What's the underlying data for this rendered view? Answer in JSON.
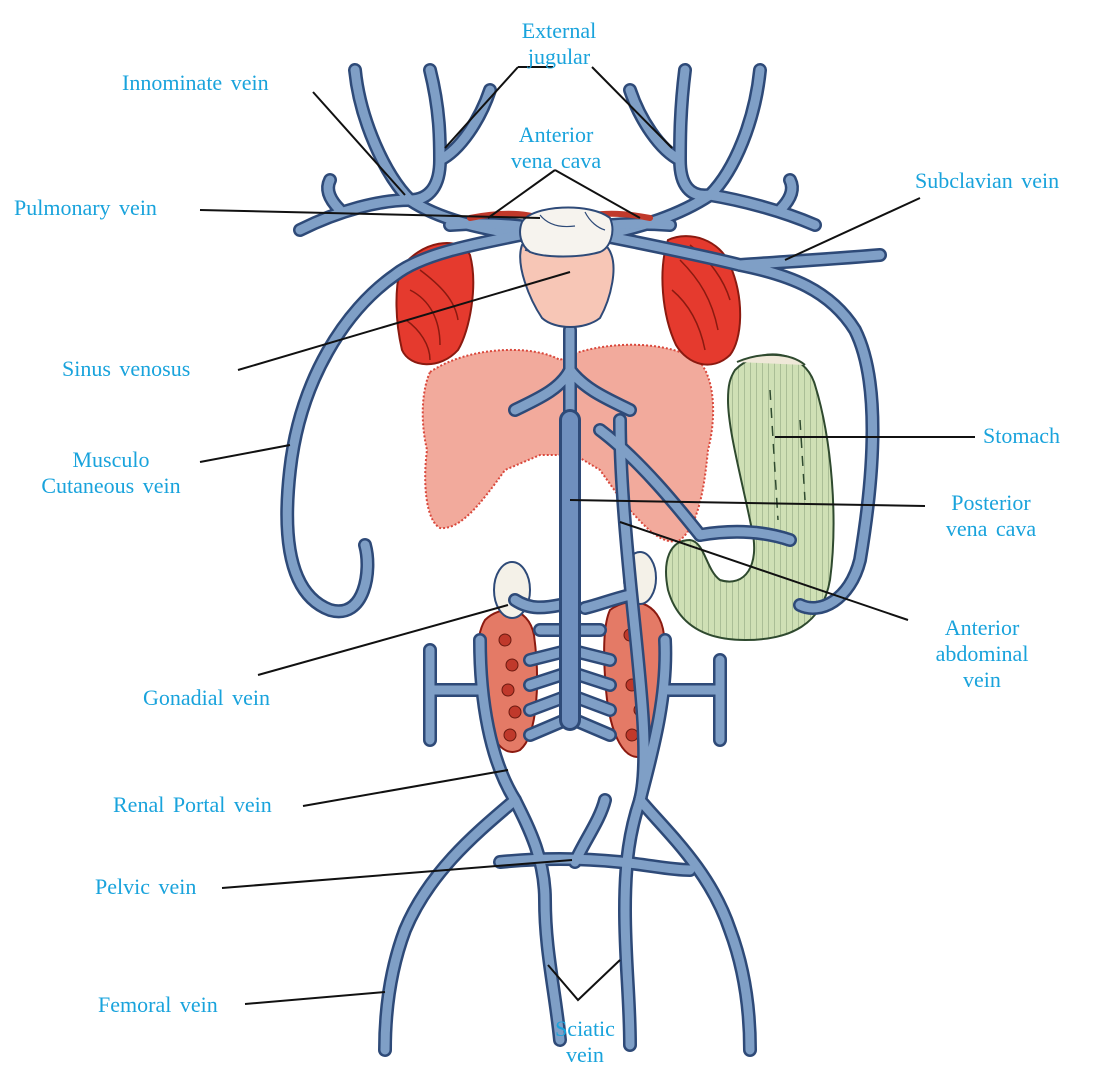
{
  "labels": {
    "external_jugular": [
      "External",
      "jugular"
    ],
    "innominate_vein": "Innominate vein",
    "anterior_vena_cava": [
      "Anterior",
      "vena cava"
    ],
    "pulmonary_vein": "Pulmonary vein",
    "subclavian_vein": "Subclavian vein",
    "sinus_venosus": "Sinus venosus",
    "stomach": "Stomach",
    "musculo_cutaneous_vein": [
      "Musculo",
      "Cutaneous vein"
    ],
    "posterior_vena_cava": [
      "Posterior",
      "vena cava"
    ],
    "anterior_abdominal_vein": [
      "Anterior",
      "abdominal",
      "vein"
    ],
    "gonadial_vein": "Gonadial vein",
    "renal_portal_vein": "Renal Portal vein",
    "pelvic_vein": "Pelvic vein",
    "femoral_vein": "Femoral vein",
    "sciatic_vein": [
      "Sciatic",
      "vein"
    ]
  },
  "colors": {
    "label_text": "#19a3dc",
    "vein_fill": "#7f9fc6",
    "vein_stroke": "#2e4a78",
    "vein_highlight": "#b9cde6",
    "liver_fill": "#f2aa9c",
    "liver_stroke": "#d9483c",
    "lung_fill": "#e53a2e",
    "lung_stroke": "#8b1a10",
    "heart_fill": "#f7c6b6",
    "stomach_fill": "#cfe0b5",
    "stomach_stroke": "#2f4a2f",
    "kidney_fill": "#e47a66",
    "leader_line": "#111111"
  }
}
